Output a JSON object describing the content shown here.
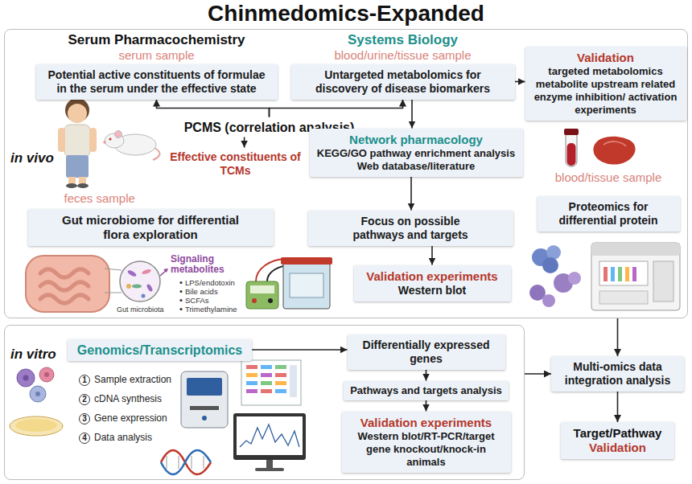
{
  "diagram": {
    "title": "Chinmedomics-Expanded",
    "nodes": [
      {
        "text": [
          "in vivo"
        ]
      },
      {
        "text": [
          "Serum Pharmacochemistry",
          "serum sample",
          "Potential active constituents of formulae in the serum under the effective state"
        ],
        "in": 0
      },
      {
        "text": [
          "Systems Biology",
          "blood/urine/tissue sample",
          "Untargeted metabolomics for discovery of disease biomarkers"
        ],
        "in": 0
      },
      {
        "text": [
          "Validation",
          "targeted metabolomics metabolite upstream related enzyme inhibition/ activation experiments"
        ],
        "in": 0
      },
      {
        "text": [
          "PCMS (correlation analysis)"
        ],
        "in": 0
      },
      {
        "text": [
          "Effective constituents of TCMs"
        ],
        "in": 0
      },
      {
        "text": [
          "Network pharmacology",
          "KEGG/GO pathway enrichment analysis Web database/literature"
        ],
        "in": 0
      },
      {
        "text": [
          "feces sample",
          "Gut microbiome for differential flora exploration"
        ],
        "in": 0
      },
      {
        "text": [
          "Focus on possible pathways and targets"
        ],
        "in": 0
      },
      {
        "text": [
          "blood/tissue sample",
          "Proteomics for differential protein"
        ],
        "in": 0
      },
      {
        "text": [
          "Validation experiments",
          "Western blot"
        ],
        "in": 0
      },
      {
        "text": [
          "in vitro"
        ]
      },
      {
        "text": [
          "Genomics/Transcriptomics"
        ],
        "in": 11
      },
      {
        "text": [
          "Differentially expressed genes"
        ],
        "in": 11
      },
      {
        "text": [
          "Pathways and targets analysis"
        ],
        "in": 11
      },
      {
        "text": [
          "Validation experiments",
          "Western blot/RT-PCR/target gene knockout/knock-in animals"
        ],
        "in": 11
      },
      {
        "text": [
          "Multi-omics data integration analysis"
        ]
      },
      {
        "text": [
          "Target/Pathway",
          "Validation"
        ]
      }
    ],
    "edges": [
      {
        "from": 4,
        "to": 1,
        "arrow": "to"
      },
      {
        "from": 4,
        "to": 2,
        "arrow": "to"
      },
      {
        "from": 4,
        "to": 5,
        "arrow": "to"
      },
      {
        "from": 2,
        "to": 3,
        "arrow": "to"
      },
      {
        "from": 2,
        "to": 6,
        "arrow": "to"
      },
      {
        "from": 6,
        "to": 8,
        "arrow": "to"
      },
      {
        "from": 8,
        "to": 10,
        "arrow": "to"
      },
      {
        "from": 0,
        "to": 16,
        "arrow": "to"
      },
      {
        "from": 12,
        "to": 13,
        "arrow": "to"
      },
      {
        "from": 13,
        "to": 14,
        "arrow": "to"
      },
      {
        "from": 14,
        "to": 15,
        "arrow": "to"
      },
      {
        "from": 11,
        "to": 16,
        "arrow": "to"
      },
      {
        "from": 16,
        "to": 17,
        "arrow": "to"
      }
    ],
    "labels": [
      "Signaling metabolites",
      "LPS/endotoxin",
      "Bile acids",
      "SCFAs",
      "Trimethylamine",
      "Gut microbiota",
      "1",
      "Sample extraction",
      "2",
      "cDNA synthesis",
      "3",
      "Gene expression",
      "4",
      "Data analysis"
    ]
  }
}
